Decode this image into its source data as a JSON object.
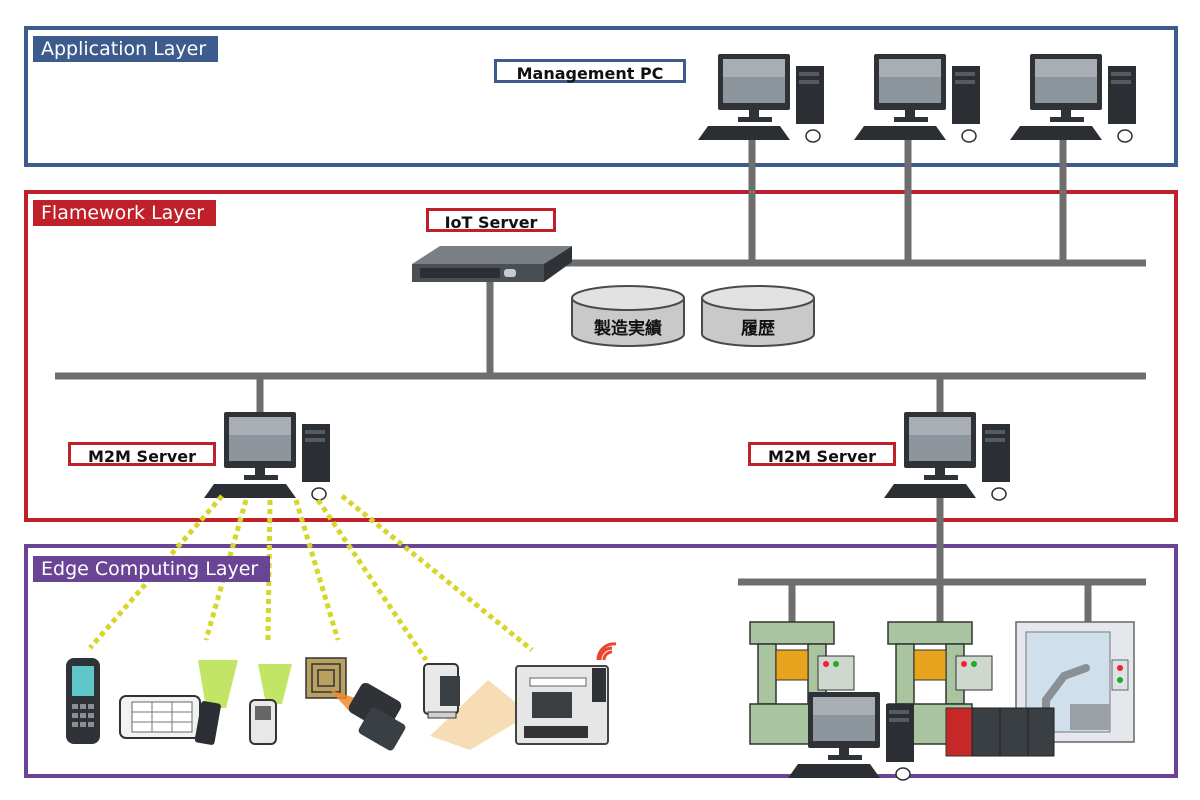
{
  "layers": {
    "application": {
      "label": "Application Layer",
      "color": "#3d5b8c"
    },
    "framework": {
      "label": "Flamework Layer",
      "color": "#c0202a"
    },
    "edge": {
      "label": "Edge Computing Layer",
      "color": "#6a4595"
    }
  },
  "nodes": {
    "management_pc": "Management PC",
    "iot_server": "IoT Server",
    "m2m_server_left": "M2M Server",
    "m2m_server_right": "M2M Server"
  },
  "databases": {
    "production": "製造実績",
    "history": "履歴"
  },
  "colors": {
    "network_line": "#6e6e6e",
    "wireless_link": "#d6d62a",
    "machine_green": "#a9c5a0"
  }
}
